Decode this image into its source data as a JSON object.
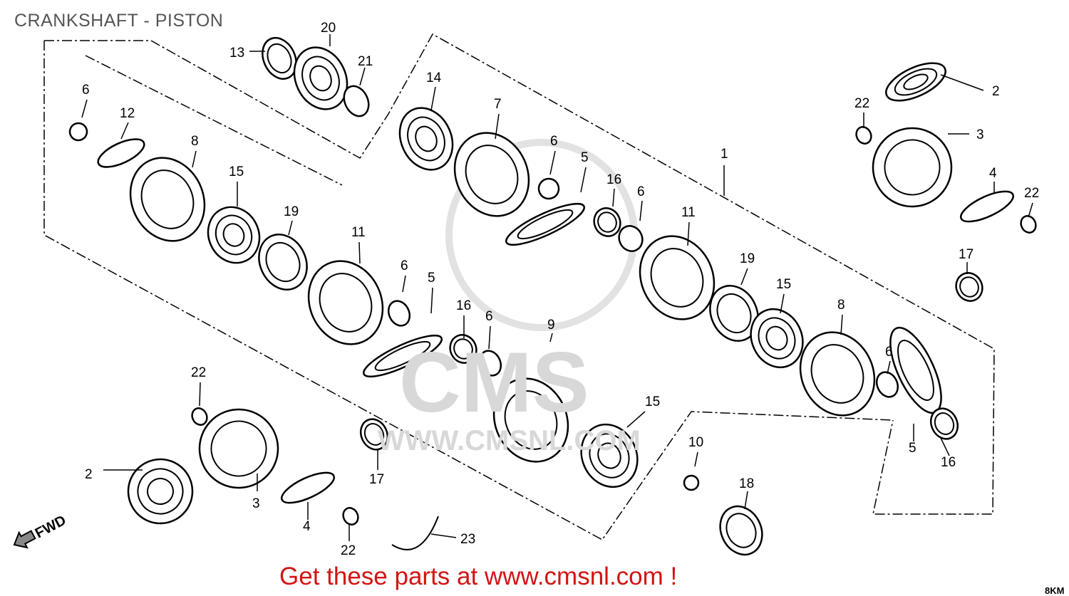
{
  "title": "CRANKSHAFT - PISTON",
  "footer": "Get these parts at www.cmsnl.com !",
  "diagram_code": "8KM",
  "fwd_label": "FWD",
  "watermark": {
    "brand": "CMS",
    "url": "WWW.CMSNL.COM"
  },
  "callouts": [
    "13",
    "20",
    "21",
    "6",
    "12",
    "8",
    "15",
    "19",
    "14",
    "7",
    "6",
    "5",
    "16",
    "6",
    "1",
    "11",
    "11",
    "6",
    "5",
    "16",
    "6",
    "19",
    "15",
    "8",
    "9",
    "15",
    "22",
    "2",
    "3",
    "4",
    "22",
    "17",
    "23",
    "10",
    "18",
    "6",
    "5",
    "16",
    "2",
    "22",
    "3",
    "4",
    "22",
    "17"
  ]
}
